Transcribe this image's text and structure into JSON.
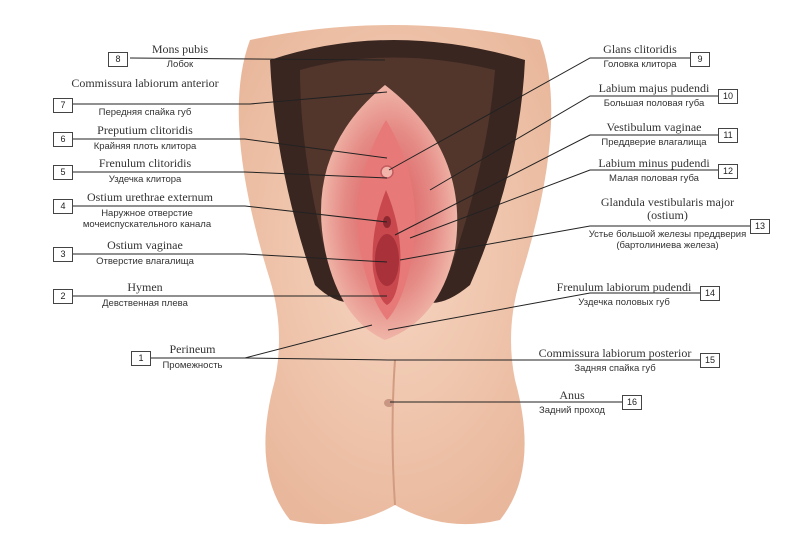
{
  "labels": [
    {
      "n": "8",
      "latin": "Mons pubis",
      "russian": "Лобок"
    },
    {
      "n": "7",
      "latin": "Commissura labiorum anterior",
      "russian": "Передняя спайка губ"
    },
    {
      "n": "6",
      "latin": "Preputium clitoridis",
      "russian": "Крайняя плоть клитора"
    },
    {
      "n": "5",
      "latin": "Frenulum clitoridis",
      "russian": "Уздечка клитора"
    },
    {
      "n": "4",
      "latin": "Ostium urethrae externum",
      "russian": "Наружное отверстие мочеиспускательного канала"
    },
    {
      "n": "3",
      "latin": "Ostium vaginae",
      "russian": "Отверстие влагалища"
    },
    {
      "n": "2",
      "latin": "Hymen",
      "russian": "Девственная плева"
    },
    {
      "n": "1",
      "latin": "Perineum",
      "russian": "Промежность"
    },
    {
      "n": "9",
      "latin": "Glans clitoridis",
      "russian": "Головка клитора"
    },
    {
      "n": "10",
      "latin": "Labium majus pudendi",
      "russian": "Большая половая губа"
    },
    {
      "n": "11",
      "latin": "Vestibulum vaginae",
      "russian": "Преддверие влагалища"
    },
    {
      "n": "12",
      "latin": "Labium minus pudendi",
      "russian": "Малая половая губа"
    },
    {
      "n": "13",
      "latin": "Glandula vestibularis major (ostium)",
      "russian": "Устье большой железы преддверия (бартолиниева железа)"
    },
    {
      "n": "14",
      "latin": "Frenulum labiorum pudendi",
      "russian": "Уздечка половых губ"
    },
    {
      "n": "15",
      "latin": "Commissura labiorum posterior",
      "russian": "Задняя спайка губ"
    },
    {
      "n": "16",
      "latin": "Anus",
      "russian": "Задний проход"
    }
  ]
}
